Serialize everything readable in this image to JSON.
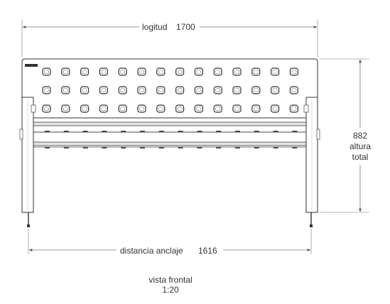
{
  "dimensions": {
    "length_label": "logitud",
    "length_value": "1700",
    "height_value": "882",
    "height_label_line1": "altura",
    "height_label_line2": "total",
    "anchor_label": "distancia anclaje",
    "anchor_value": "1616"
  },
  "view": {
    "title": "vista frontal",
    "scale": "1:20"
  },
  "panel": {
    "hole_rows": 3,
    "hole_columns": 14
  },
  "colors": {
    "line": "#333333",
    "dim_line": "#666666",
    "slat": "#e4e4e4"
  }
}
